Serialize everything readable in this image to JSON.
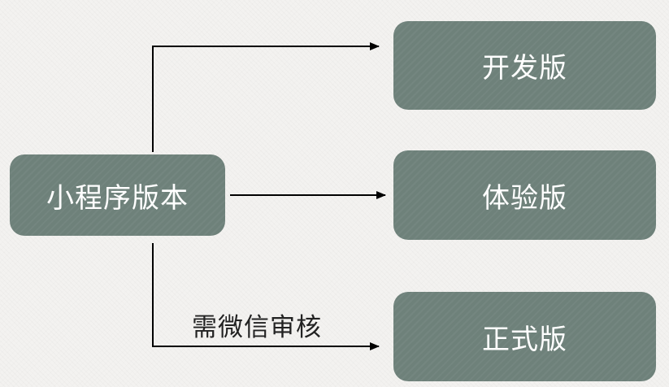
{
  "diagram": {
    "source": {
      "label": "小程序版本"
    },
    "targets": [
      {
        "id": "dev",
        "label": "开发版"
      },
      {
        "id": "trial",
        "label": "体验版"
      },
      {
        "id": "prod",
        "label": "正式版"
      }
    ],
    "edge_note": "需微信审核",
    "colors": {
      "box_fill": "#6e817a",
      "box_text": "#ffffff",
      "line": "#000000",
      "background": "#f3f2f0"
    }
  }
}
